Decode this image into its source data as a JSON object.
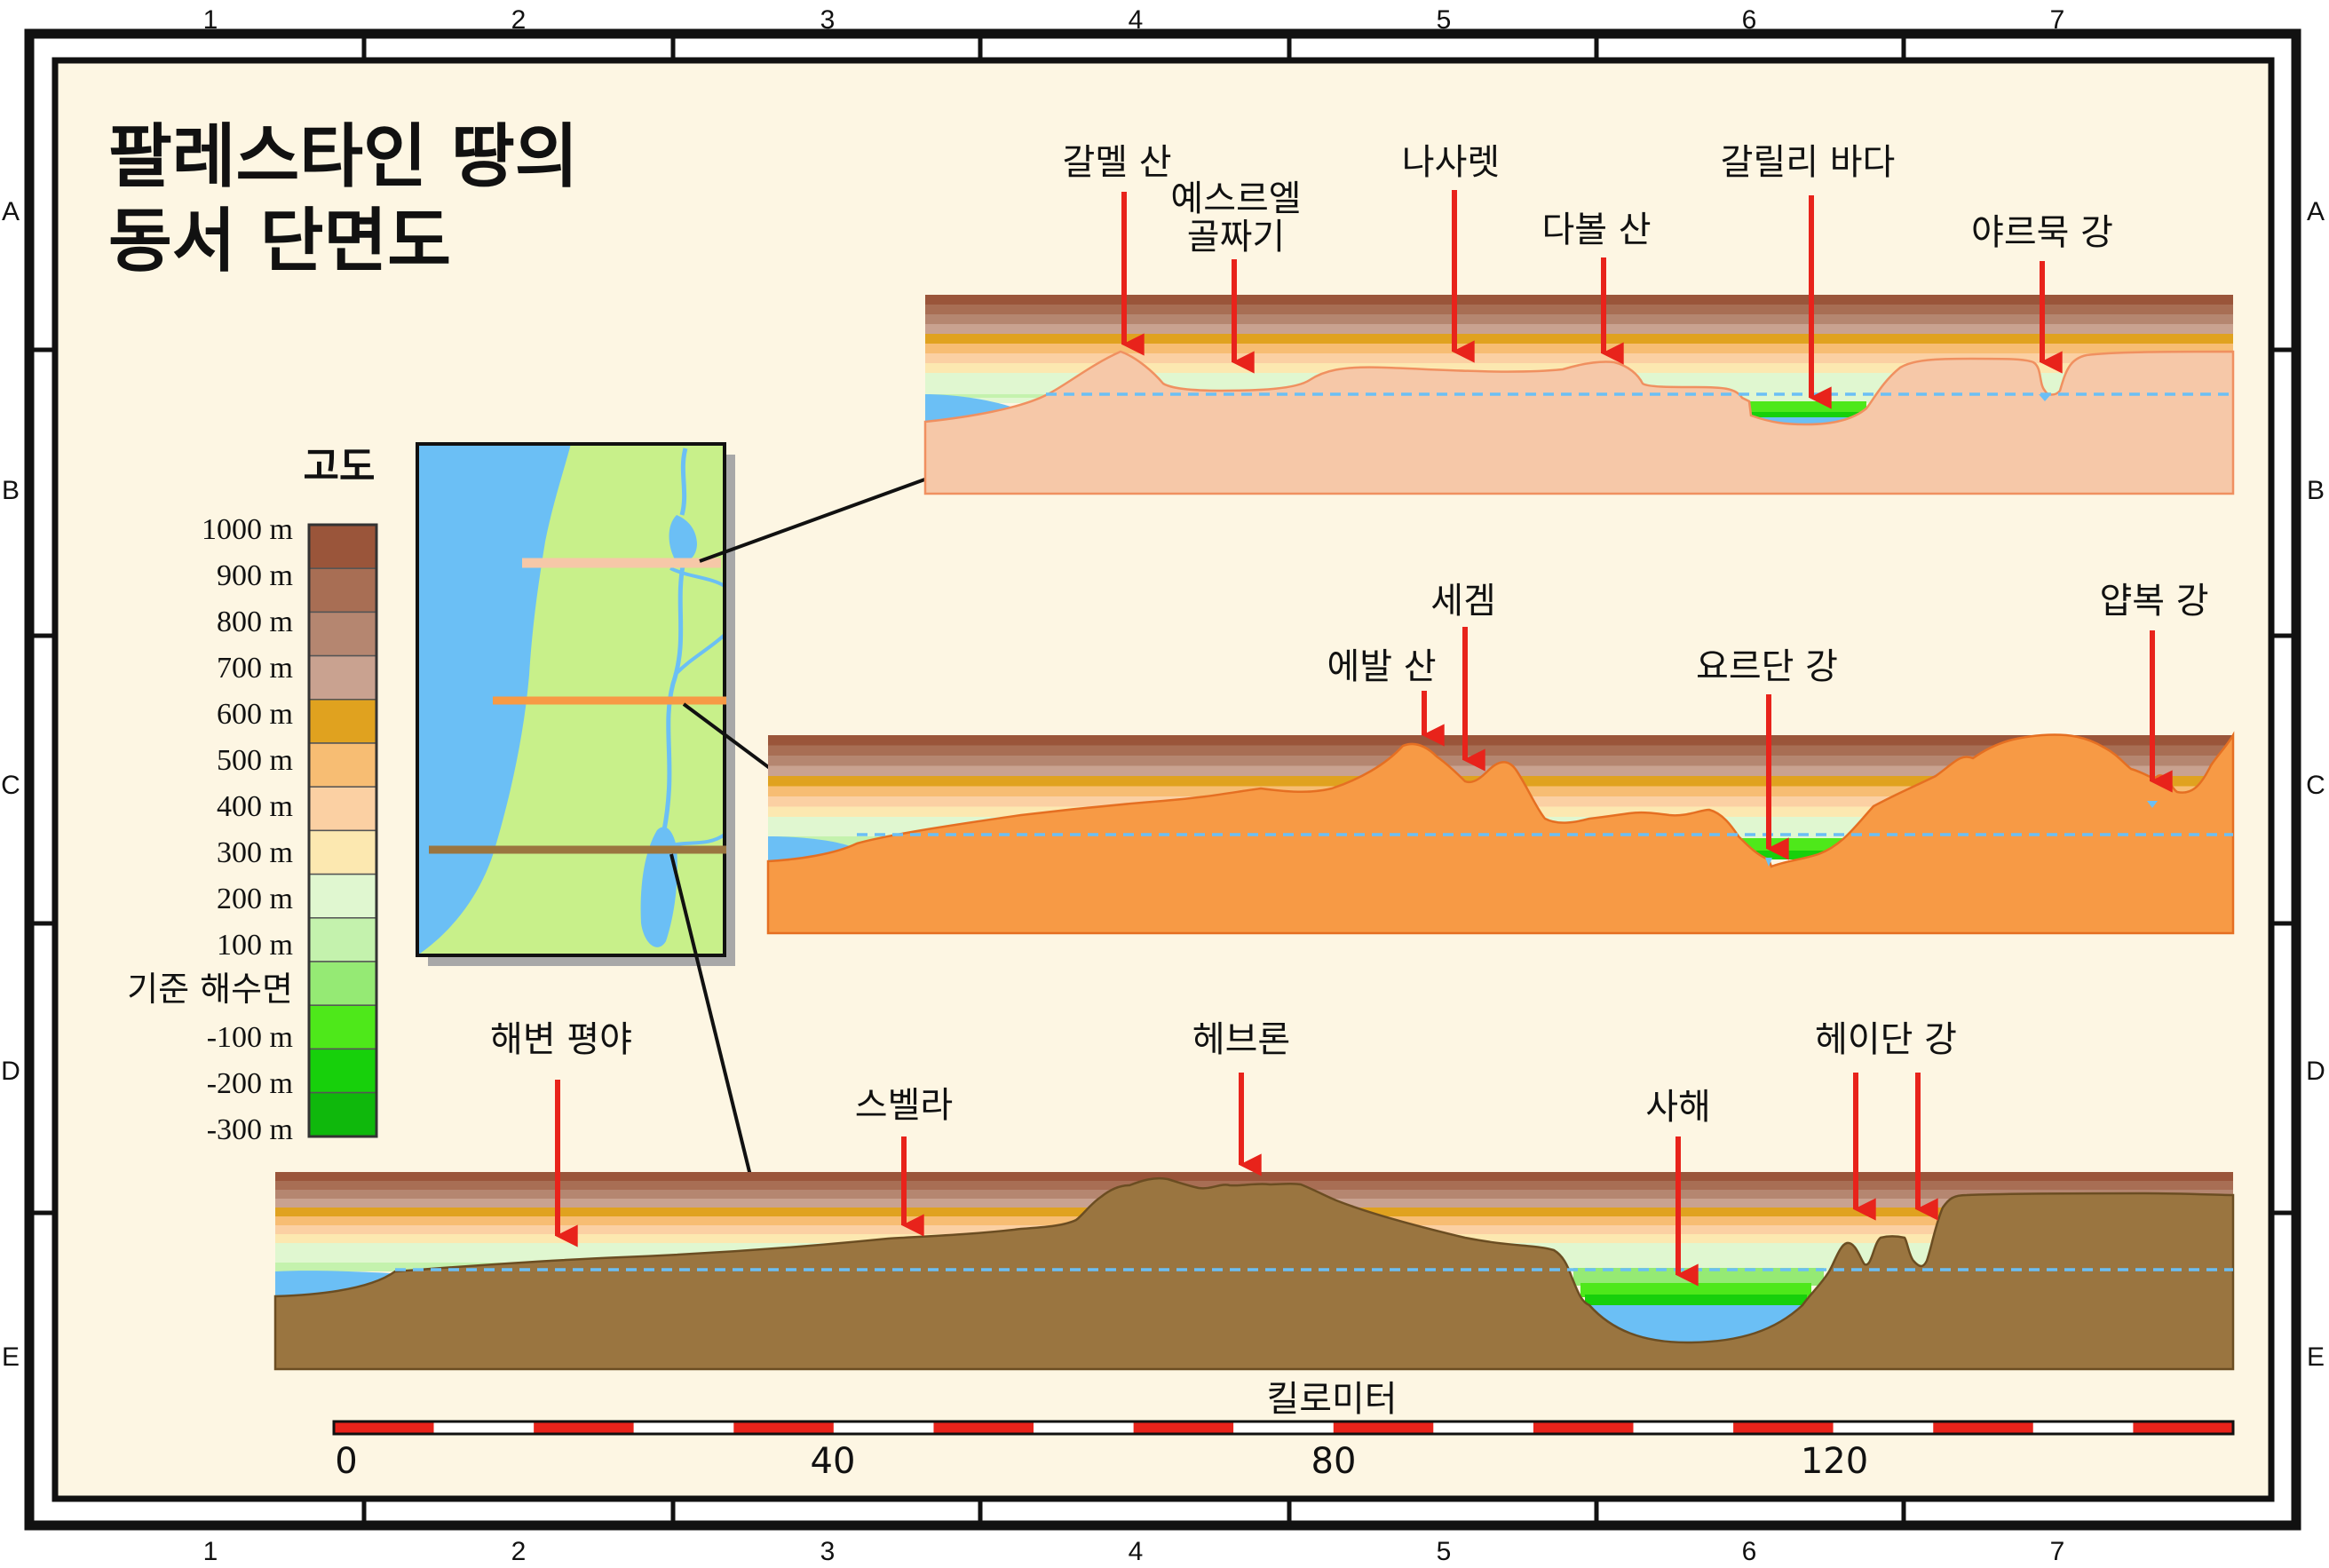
{
  "title": {
    "line1": "팔레스타인 땅의",
    "line2": "동서 단면도"
  },
  "grid": {
    "columns": [
      "1",
      "2",
      "3",
      "4",
      "5",
      "6",
      "7"
    ],
    "rows": [
      "A",
      "B",
      "C",
      "D",
      "E"
    ]
  },
  "legend": {
    "title": "고도",
    "levels": [
      {
        "label": "1000 m",
        "color": "#9a553a"
      },
      {
        "label": "900 m",
        "color": "#a86e54"
      },
      {
        "label": "800 m",
        "color": "#b58670"
      },
      {
        "label": "700 m",
        "color": "#c9a290"
      },
      {
        "label": "600 m",
        "color": "#e0a21f"
      },
      {
        "label": "500 m",
        "color": "#f7bd73"
      },
      {
        "label": "400 m",
        "color": "#fbd0a3"
      },
      {
        "label": "300 m",
        "color": "#fce8b0"
      },
      {
        "label": "200 m",
        "color": "#e0f7d0"
      },
      {
        "label": "100 m",
        "color": "#c4f2ad"
      },
      {
        "label": "기준 해수면",
        "color": "#95ea74"
      },
      {
        "label": "-100 m",
        "color": "#4ee81a"
      },
      {
        "label": "-200 m",
        "color": "#17d00b"
      },
      {
        "label": "-300 m",
        "color": "#0fb80c"
      }
    ]
  },
  "profiles": {
    "north": {
      "fill": "#f6c8a8",
      "labels": [
        "갈멜 산",
        "예스르엘",
        "골짜기",
        "나사렛",
        "다볼 산",
        "갈릴리 바다",
        "야르묵 강"
      ]
    },
    "middle": {
      "fill": "#f79a45",
      "labels": [
        "에발 산",
        "세겜",
        "요르단 강",
        "얍복 강"
      ]
    },
    "south": {
      "fill": "#9a7540",
      "labels": [
        "해변 평야",
        "스벨라",
        "헤브론",
        "사해",
        "헤이단 강"
      ]
    }
  },
  "scale": {
    "title": "킬로미터",
    "ticks": [
      "0",
      "40",
      "80",
      "120"
    ]
  },
  "colors": {
    "sea": "#6bbff5",
    "land": "#c8f08a",
    "arrow": "#e8231b",
    "panel": "#fdf6e3"
  }
}
